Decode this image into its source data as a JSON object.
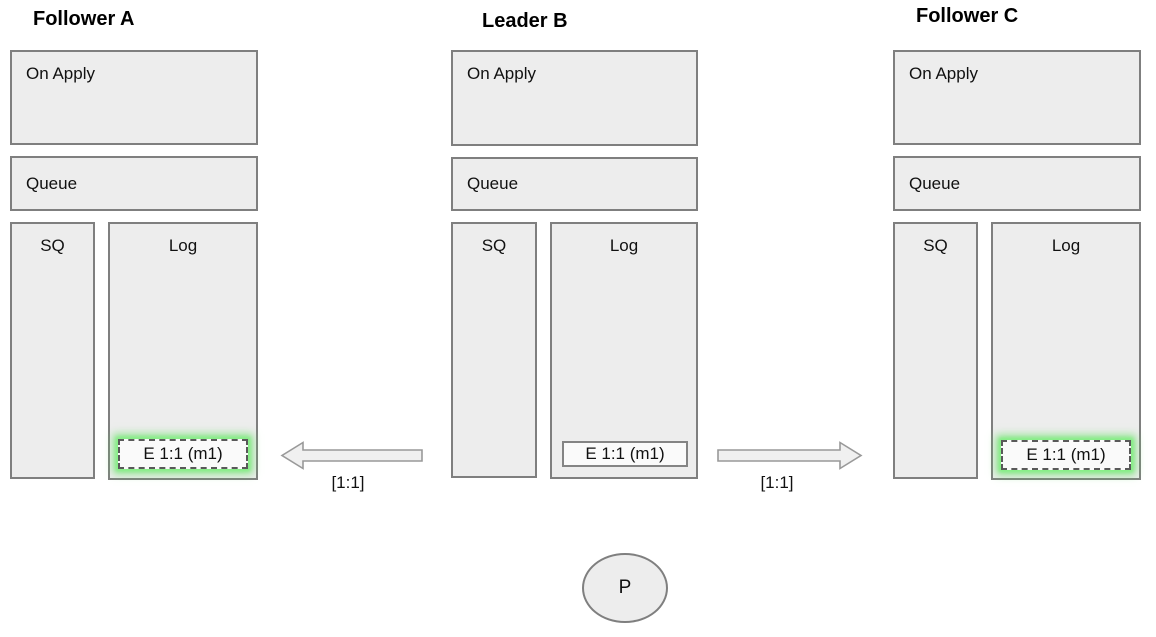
{
  "nodes": [
    {
      "role": "follower",
      "title": "Follower A",
      "on_apply_label": "On Apply",
      "queue_label": "Queue",
      "sq_label": "SQ",
      "log_label": "Log",
      "log_entry": "E 1:1 (m1)",
      "entry_highlighted": true
    },
    {
      "role": "leader",
      "title": "Leader B",
      "on_apply_label": "On Apply",
      "queue_label": "Queue",
      "sq_label": "SQ",
      "log_label": "Log",
      "log_entry": "E 1:1 (m1)",
      "entry_highlighted": false
    },
    {
      "role": "follower",
      "title": "Follower C",
      "on_apply_label": "On Apply",
      "queue_label": "Queue",
      "sq_label": "SQ",
      "log_label": "Log",
      "log_entry": "E 1:1 (m1)",
      "entry_highlighted": true
    }
  ],
  "arrows": [
    {
      "label": "[1:1]",
      "direction": "left"
    },
    {
      "label": "[1:1]",
      "direction": "right"
    }
  ],
  "process_node": {
    "label": "P"
  },
  "colors": {
    "box_fill": "#ededed",
    "box_border": "#7f7f7f",
    "entry_fill": "#fafafa",
    "entry_dashed_border": "#595959",
    "entry_solid_border": "#848484",
    "highlight_glow": "#58e058",
    "arrow_fill": "#f0f0f0",
    "arrow_border": "#999999",
    "text": "#111111"
  }
}
